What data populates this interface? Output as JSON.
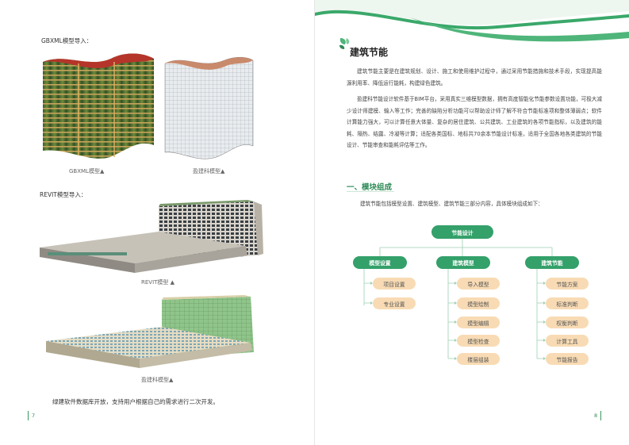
{
  "left_page": {
    "gbxml_heading": "GBXML模型导入：",
    "gbxml_caption": "GBXML模型▲",
    "yjk_caption_1": "盈建科模型▲",
    "revit_heading": "REVIT模型导入：",
    "revit_caption": "REVIT模型 ▲",
    "yjk_caption_2": "盈建科模型▲",
    "bottom_note": "绿建软件数据库开放，支持用户根据自己的需求进行二次开发。",
    "page_number": "7"
  },
  "right_page": {
    "section_title": "建筑节能",
    "paragraph_1": "建筑节能主要是在建筑规划、设计、施工和使用维护过程中，通过采用节能措施和技术手段，实现提高能源利用率、降低运行能耗，构建绿色建筑。",
    "paragraph_2": "盈建科节能设计软件基于BIM平台，采用真实三维模型数据，拥有高度智能化节能参数设置功能，可极大减少设计师建模、输入等工作；完善的缺陷分析功能可以帮助设计师了解不符合节能标准项和整体薄弱点；软件计算能力强大，可以计算任意大体量、复杂的居住建筑、公共建筑、工业建筑的各项节能指标，以及建筑的能耗、隔热、结露、冷凝等计算；适配各类国标、地标共70余本节能设计标准，适用于全国各地各类建筑的节能设计、节能审查和能耗评估等工作。",
    "subsection_title": "一、模块组成",
    "subsection_text": "建筑节能包括模型设置、建筑模型、建筑节能三部分内容，具体模块组成如下：",
    "tree": {
      "root": "节能设计",
      "branches": [
        {
          "label": "模型设置",
          "items": [
            "项目设置",
            "专业设置"
          ]
        },
        {
          "label": "建筑模型",
          "items": [
            "导入模型",
            "模型绘制",
            "模型编辑",
            "模型检查",
            "楼层组装"
          ]
        },
        {
          "label": "建筑节能",
          "items": [
            "节能方案",
            "标准判断",
            "权衡判断",
            "计算工具",
            "节能报告"
          ]
        }
      ]
    },
    "page_number": "8"
  },
  "colors": {
    "accent_green": "#34a06a",
    "leaf_orange": "#f8dbb4"
  }
}
